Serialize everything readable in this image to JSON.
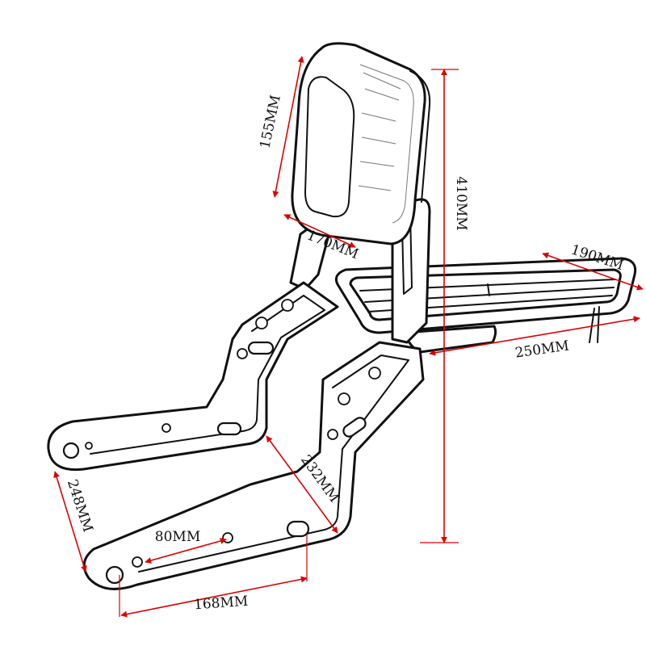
{
  "dimensions": {
    "pad_height": "155MM",
    "pad_width": "170MM",
    "total_height": "410MM",
    "rack_width": "190MM",
    "rack_length": "250MM",
    "upright_length": "232MM",
    "plate_height": "248MM",
    "hole_spacing_short": "80MM",
    "hole_spacing_long": "168MM"
  },
  "colors": {
    "dimension": "#dd0000",
    "outline": "#111111",
    "background": "#ffffff"
  }
}
